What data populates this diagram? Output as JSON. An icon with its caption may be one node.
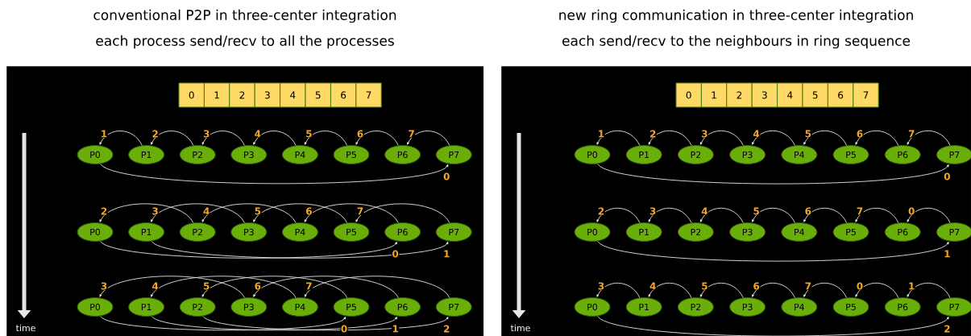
{
  "diagram": {
    "nodes": [
      {
        "text": [
          "conventional P2P in three-center integration",
          "each process send/recv to all the processes"
        ]
      },
      {
        "text": [
          "0"
        ],
        "in": 0
      },
      {
        "text": [
          "1"
        ],
        "in": 0
      },
      {
        "text": [
          "2"
        ],
        "in": 0
      },
      {
        "text": [
          "3"
        ],
        "in": 0
      },
      {
        "text": [
          "4"
        ],
        "in": 0
      },
      {
        "text": [
          "5"
        ],
        "in": 0
      },
      {
        "text": [
          "6"
        ],
        "in": 0
      },
      {
        "text": [
          "7"
        ],
        "in": 0
      },
      {
        "text": [
          "P0"
        ],
        "in": 0
      },
      {
        "text": [
          "P1"
        ],
        "in": 0
      },
      {
        "text": [
          "P2"
        ],
        "in": 0
      },
      {
        "text": [
          "P3"
        ],
        "in": 0
      },
      {
        "text": [
          "P4"
        ],
        "in": 0
      },
      {
        "text": [
          "P5"
        ],
        "in": 0
      },
      {
        "text": [
          "P6"
        ],
        "in": 0
      },
      {
        "text": [
          "P7"
        ],
        "in": 0
      },
      {
        "text": [
          "P0"
        ],
        "in": 0
      },
      {
        "text": [
          "P1"
        ],
        "in": 0
      },
      {
        "text": [
          "P2"
        ],
        "in": 0
      },
      {
        "text": [
          "P3"
        ],
        "in": 0
      },
      {
        "text": [
          "P4"
        ],
        "in": 0
      },
      {
        "text": [
          "P5"
        ],
        "in": 0
      },
      {
        "text": [
          "P6"
        ],
        "in": 0
      },
      {
        "text": [
          "P7"
        ],
        "in": 0
      },
      {
        "text": [
          "P0"
        ],
        "in": 0
      },
      {
        "text": [
          "P1"
        ],
        "in": 0
      },
      {
        "text": [
          "P2"
        ],
        "in": 0
      },
      {
        "text": [
          "P3"
        ],
        "in": 0
      },
      {
        "text": [
          "P4"
        ],
        "in": 0
      },
      {
        "text": [
          "P5"
        ],
        "in": 0
      },
      {
        "text": [
          "P6"
        ],
        "in": 0
      },
      {
        "text": [
          "P7"
        ],
        "in": 0
      },
      {
        "text": [
          "new ring communication in three-center integration",
          "each send/recv to the neighbours in ring sequence"
        ]
      },
      {
        "text": [
          "0"
        ],
        "in": 33
      },
      {
        "text": [
          "1"
        ],
        "in": 33
      },
      {
        "text": [
          "2"
        ],
        "in": 33
      },
      {
        "text": [
          "3"
        ],
        "in": 33
      },
      {
        "text": [
          "4"
        ],
        "in": 33
      },
      {
        "text": [
          "5"
        ],
        "in": 33
      },
      {
        "text": [
          "6"
        ],
        "in": 33
      },
      {
        "text": [
          "7"
        ],
        "in": 33
      },
      {
        "text": [
          "P0"
        ],
        "in": 33
      },
      {
        "text": [
          "P1"
        ],
        "in": 33
      },
      {
        "text": [
          "P2"
        ],
        "in": 33
      },
      {
        "text": [
          "P3"
        ],
        "in": 33
      },
      {
        "text": [
          "P4"
        ],
        "in": 33
      },
      {
        "text": [
          "P5"
        ],
        "in": 33
      },
      {
        "text": [
          "P6"
        ],
        "in": 33
      },
      {
        "text": [
          "P7"
        ],
        "in": 33
      },
      {
        "text": [
          "P0"
        ],
        "in": 33
      },
      {
        "text": [
          "P1"
        ],
        "in": 33
      },
      {
        "text": [
          "P2"
        ],
        "in": 33
      },
      {
        "text": [
          "P3"
        ],
        "in": 33
      },
      {
        "text": [
          "P4"
        ],
        "in": 33
      },
      {
        "text": [
          "P5"
        ],
        "in": 33
      },
      {
        "text": [
          "P6"
        ],
        "in": 33
      },
      {
        "text": [
          "P7"
        ],
        "in": 33
      },
      {
        "text": [
          "P0"
        ],
        "in": 33
      },
      {
        "text": [
          "P1"
        ],
        "in": 33
      },
      {
        "text": [
          "P2"
        ],
        "in": 33
      },
      {
        "text": [
          "P3"
        ],
        "in": 33
      },
      {
        "text": [
          "P4"
        ],
        "in": 33
      },
      {
        "text": [
          "P5"
        ],
        "in": 33
      },
      {
        "text": [
          "P6"
        ],
        "in": 33
      },
      {
        "text": [
          "P7"
        ],
        "in": 33
      }
    ],
    "edges": [
      {
        "from": 10,
        "to": 9,
        "arrow": "to",
        "label": "1"
      },
      {
        "from": 11,
        "to": 10,
        "arrow": "to",
        "label": "2"
      },
      {
        "from": 12,
        "to": 11,
        "arrow": "to",
        "label": "3"
      },
      {
        "from": 13,
        "to": 12,
        "arrow": "to",
        "label": "4"
      },
      {
        "from": 14,
        "to": 13,
        "arrow": "to",
        "label": "5"
      },
      {
        "from": 15,
        "to": 14,
        "arrow": "to",
        "label": "6"
      },
      {
        "from": 16,
        "to": 15,
        "arrow": "to",
        "label": "7"
      },
      {
        "from": 9,
        "to": 16,
        "arrow": "to",
        "label": "0"
      },
      {
        "from": 19,
        "to": 17,
        "arrow": "to",
        "label": "2"
      },
      {
        "from": 20,
        "to": 18,
        "arrow": "to",
        "label": "3"
      },
      {
        "from": 21,
        "to": 19,
        "arrow": "to",
        "label": "4"
      },
      {
        "from": 22,
        "to": 20,
        "arrow": "to",
        "label": "5"
      },
      {
        "from": 23,
        "to": 21,
        "arrow": "to",
        "label": "6"
      },
      {
        "from": 24,
        "to": 22,
        "arrow": "to",
        "label": "7"
      },
      {
        "from": 17,
        "to": 23,
        "arrow": "to",
        "label": "0"
      },
      {
        "from": 18,
        "to": 24,
        "arrow": "to",
        "label": "1"
      },
      {
        "from": 28,
        "to": 25,
        "arrow": "to",
        "label": "3"
      },
      {
        "from": 29,
        "to": 26,
        "arrow": "to",
        "label": "4"
      },
      {
        "from": 30,
        "to": 27,
        "arrow": "to",
        "label": "5"
      },
      {
        "from": 31,
        "to": 28,
        "arrow": "to",
        "label": "6"
      },
      {
        "from": 32,
        "to": 29,
        "arrow": "to",
        "label": "7"
      },
      {
        "from": 25,
        "to": 30,
        "arrow": "to",
        "label": "0"
      },
      {
        "from": 26,
        "to": 31,
        "arrow": "to",
        "label": "1"
      },
      {
        "from": 27,
        "to": 32,
        "arrow": "to",
        "label": "2"
      },
      {
        "from": 43,
        "to": 42,
        "arrow": "to",
        "label": "1"
      },
      {
        "from": 44,
        "to": 43,
        "arrow": "to",
        "label": "2"
      },
      {
        "from": 45,
        "to": 44,
        "arrow": "to",
        "label": "3"
      },
      {
        "from": 46,
        "to": 45,
        "arrow": "to",
        "label": "4"
      },
      {
        "from": 47,
        "to": 46,
        "arrow": "to",
        "label": "5"
      },
      {
        "from": 48,
        "to": 47,
        "arrow": "to",
        "label": "6"
      },
      {
        "from": 49,
        "to": 48,
        "arrow": "to",
        "label": "7"
      },
      {
        "from": 42,
        "to": 49,
        "arrow": "to",
        "label": "0"
      },
      {
        "from": 51,
        "to": 50,
        "arrow": "to",
        "label": "2"
      },
      {
        "from": 52,
        "to": 51,
        "arrow": "to",
        "label": "3"
      },
      {
        "from": 53,
        "to": 52,
        "arrow": "to",
        "label": "4"
      },
      {
        "from": 54,
        "to": 53,
        "arrow": "to",
        "label": "5"
      },
      {
        "from": 55,
        "to": 54,
        "arrow": "to",
        "label": "6"
      },
      {
        "from": 56,
        "to": 55,
        "arrow": "to",
        "label": "7"
      },
      {
        "from": 57,
        "to": 56,
        "arrow": "to",
        "label": "0"
      },
      {
        "from": 50,
        "to": 57,
        "arrow": "to",
        "label": "1"
      },
      {
        "from": 59,
        "to": 58,
        "arrow": "to",
        "label": "3"
      },
      {
        "from": 60,
        "to": 59,
        "arrow": "to",
        "label": "4"
      },
      {
        "from": 61,
        "to": 60,
        "arrow": "to",
        "label": "5"
      },
      {
        "from": 62,
        "to": 61,
        "arrow": "to",
        "label": "6"
      },
      {
        "from": 63,
        "to": 62,
        "arrow": "to",
        "label": "7"
      },
      {
        "from": 64,
        "to": 63,
        "arrow": "to",
        "label": "0"
      },
      {
        "from": 65,
        "to": 64,
        "arrow": "to",
        "label": "1"
      },
      {
        "from": 58,
        "to": 65,
        "arrow": "to",
        "label": "2"
      }
    ],
    "labels": [
      "time",
      "time"
    ]
  }
}
